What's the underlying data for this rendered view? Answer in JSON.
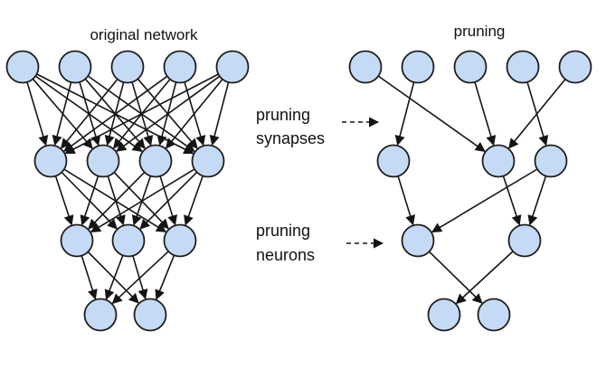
{
  "diagram": {
    "left_title": "original network",
    "right_title": "pruning",
    "labels": [
      {
        "id": "synapses",
        "lines": [
          "pruning",
          "synapses"
        ]
      },
      {
        "id": "neurons",
        "lines": [
          "pruning",
          "neurons"
        ]
      }
    ],
    "colors": {
      "node_fill": "#c5daf5",
      "node_stroke": "#1e1e1e",
      "edge": "#141414"
    },
    "original_network": {
      "layers": [
        5,
        4,
        3,
        2
      ],
      "connectivity": "fully-connected"
    },
    "pruned_network": {
      "layers": [
        5,
        3,
        2,
        2
      ],
      "connectivity": "sparse",
      "edges": [
        [
          0,
          0,
          1,
          1
        ],
        [
          0,
          1,
          1,
          0
        ],
        [
          0,
          2,
          1,
          1
        ],
        [
          0,
          3,
          1,
          2
        ],
        [
          0,
          4,
          1,
          1
        ],
        [
          1,
          0,
          2,
          0
        ],
        [
          1,
          1,
          2,
          1
        ],
        [
          1,
          2,
          2,
          0
        ],
        [
          1,
          2,
          2,
          1
        ],
        [
          2,
          0,
          3,
          1
        ],
        [
          2,
          1,
          3,
          0
        ]
      ]
    }
  }
}
